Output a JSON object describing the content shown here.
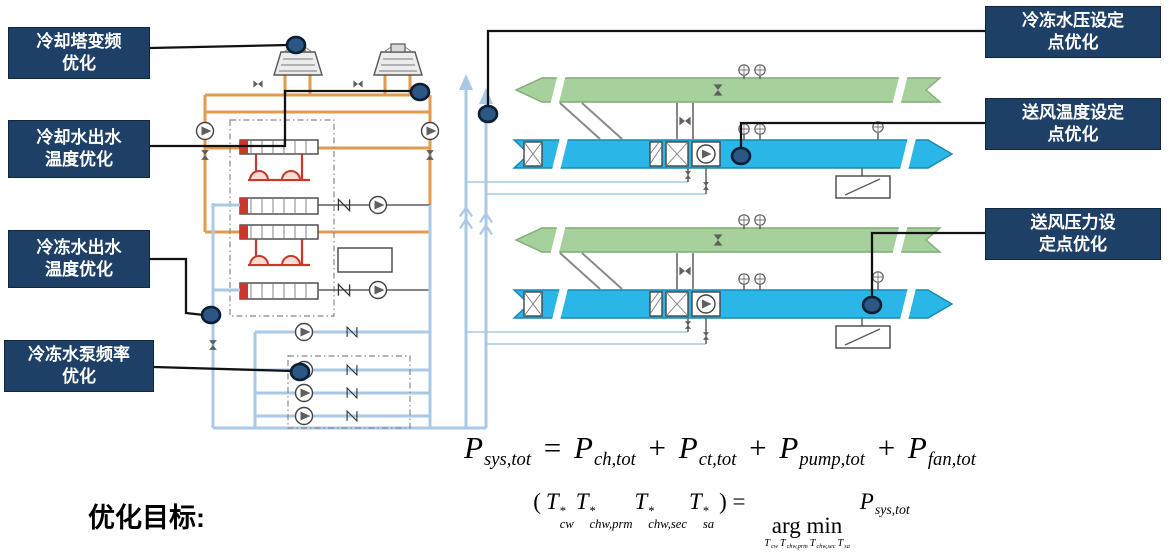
{
  "callouts": {
    "left": [
      {
        "id": "cooling-tower-vfd",
        "label": "冷却塔变频\n优化"
      },
      {
        "id": "condenser-water-outlet-temp",
        "label": "冷却水出水\n温度优化"
      },
      {
        "id": "chilled-water-outlet-temp",
        "label": "冷冻水出水\n温度优化"
      },
      {
        "id": "chilled-water-pump-frequency",
        "label": "冷冻水泵频率\n优化"
      }
    ],
    "right": [
      {
        "id": "chilled-water-pressure-setpoint",
        "label": "冷冻水压设定\n点优化"
      },
      {
        "id": "supply-air-temperature-setpoint",
        "label": "送风温度设定\n点优化"
      },
      {
        "id": "supply-air-pressure-setpoint",
        "label": "送风压力设\n定点优化"
      }
    ]
  },
  "objective_label": "优化目标:",
  "formulas": {
    "power_balance": {
      "tokens": [
        {
          "base": "P",
          "sub": "sys,tot"
        },
        {
          "text": " = "
        },
        {
          "base": "P",
          "sub": "ch,tot"
        },
        {
          "text": " + "
        },
        {
          "base": "P",
          "sub": "ct,tot"
        },
        {
          "text": " + "
        },
        {
          "base": "P",
          "sub": "pump,tot"
        },
        {
          "text": " + "
        },
        {
          "base": "P",
          "sub": "fan,tot"
        }
      ]
    },
    "argmin": {
      "tokens": [
        {
          "text": "("
        },
        {
          "base": "T",
          "sup": "*",
          "sub": "cw"
        },
        {
          "base": "T",
          "sup": "*",
          "sub": "chw,prm"
        },
        {
          "base": "T",
          "sup": "*",
          "sub": "chw,sec"
        },
        {
          "base": "T",
          "sup": "*",
          "sub": "sa"
        },
        {
          "text": ") = "
        },
        {
          "base": "arg min",
          "under": [
            {
              "base": "T",
              "sub": "cw"
            },
            {
              "base": "T",
              "sub": "chw,prm"
            },
            {
              "base": "T",
              "sub": "chw,sec"
            },
            {
              "base": "T",
              "sub": "sa"
            }
          ]
        },
        {
          "base": "P",
          "sub": "sys,tot"
        }
      ]
    }
  },
  "colors": {
    "label_box": "#1e3f66",
    "label_text": "#ffffff",
    "marker_fill": "#2a5784",
    "condenser_pipe": "#e29a4e",
    "chilled_pipe": "#a9c9e6",
    "supply_duct": "#2bb6e8",
    "supply_duct_stroke": "#1688b2",
    "return_duct": "#a7d19c",
    "return_duct_stroke": "#7fae74",
    "chiller_red": "#c8382b"
  }
}
